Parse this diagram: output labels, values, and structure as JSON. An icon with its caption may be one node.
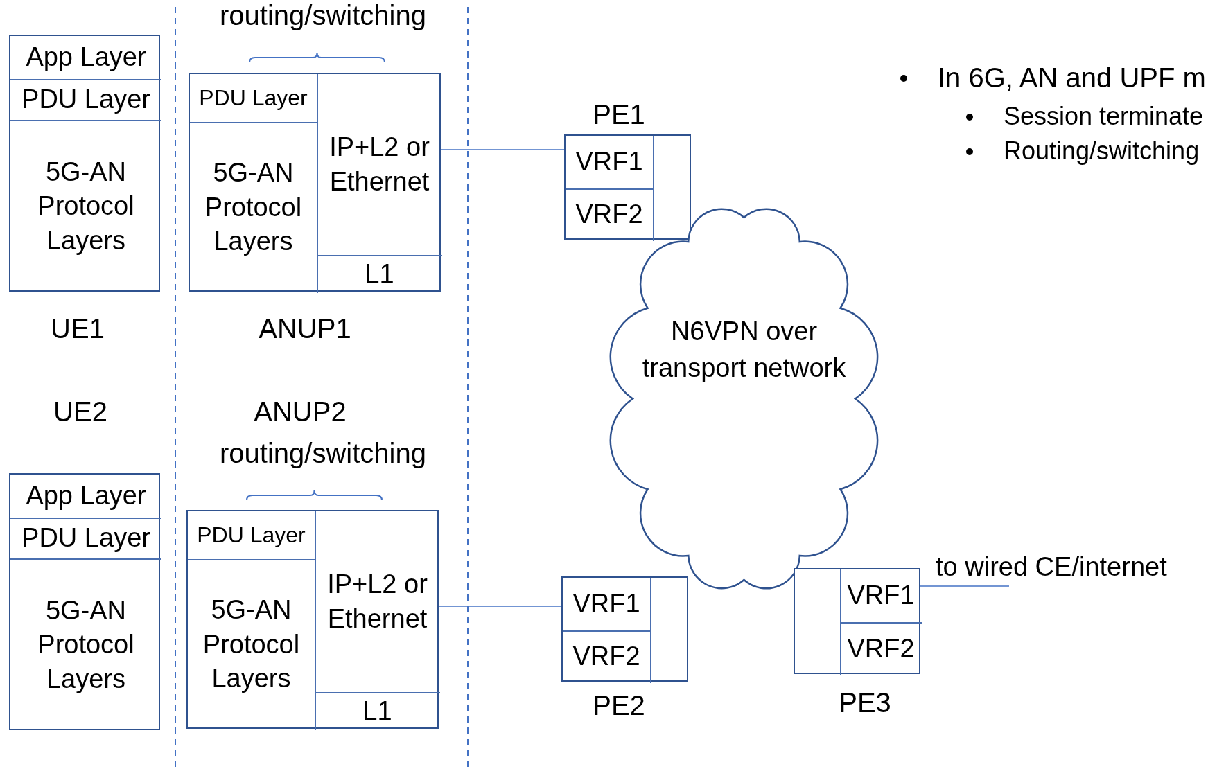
{
  "diagram": {
    "nodes": [
      {
        "text": [
          "App Layer",
          "PDU Layer",
          "5G-AN Protocol Layers"
        ],
        "beside": [
          "UE1"
        ]
      },
      {
        "text": [
          "PDU Layer",
          "5G-AN Protocol Layers",
          "IP+L2 or Ethernet",
          "L1"
        ],
        "beside": [
          "routing/switching",
          "ANUP1"
        ]
      },
      {
        "text": [
          "VRF1",
          "VRF2"
        ],
        "beside": [
          "PE1"
        ]
      },
      {
        "text": [
          "N6VPN over transport network"
        ]
      },
      {
        "text": [
          "App Layer",
          "PDU Layer",
          "5G-AN Protocol Layers"
        ],
        "beside": [
          "UE2"
        ]
      },
      {
        "text": [
          "PDU Layer",
          "5G-AN Protocol Layers",
          "IP+L2 or Ethernet",
          "L1"
        ],
        "beside": [
          "ANUP2",
          "routing/switching"
        ]
      },
      {
        "text": [
          "VRF1",
          "VRF2"
        ],
        "beside": [
          "PE2"
        ]
      },
      {
        "text": [
          "VRF1",
          "VRF2"
        ],
        "beside": [
          "PE3"
        ]
      },
      {
        "text": [
          "to wired CE/internet"
        ]
      }
    ],
    "edges": [
      {
        "from": 1,
        "to": 2,
        "arrow": "none"
      },
      {
        "from": 5,
        "to": 6,
        "arrow": "none"
      },
      {
        "from": 7,
        "to": 8,
        "arrow": "none"
      }
    ],
    "labels": [
      "In 6G, AN and UPF m",
      "Session terminate",
      "Routing/switching"
    ]
  }
}
